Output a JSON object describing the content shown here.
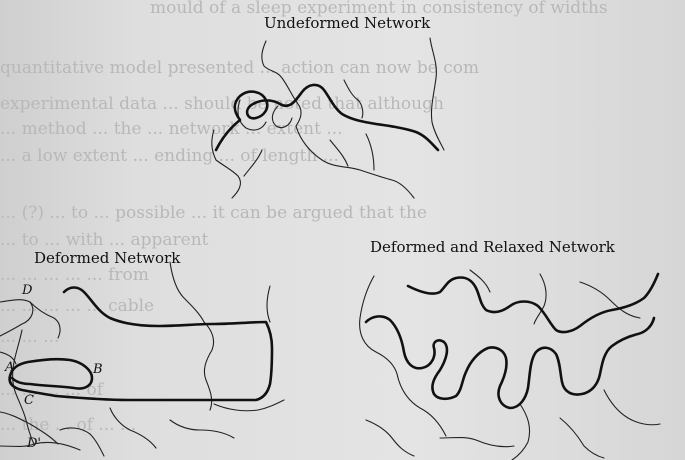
{
  "figure": {
    "panels": {
      "undeformed": {
        "title": "Undeformed Network"
      },
      "deformed": {
        "title": "Deformed Network",
        "points": {
          "D": "D",
          "A": "A",
          "B": "B",
          "C": "C",
          "D_prime": "D'"
        }
      },
      "relaxed": {
        "title": "Deformed and Relaxed Network"
      }
    }
  },
  "background_text": [
    "mould of a sleep experiment in consistency of widths",
    "quantitative model presented ... action can now be com",
    "experimental data ... should be noted that although",
    "... method ... the ... network ... extent ...",
    "... a low extent ... ending ... of length ...",
    "... (?) ... to ... possible ... it can be argued that the",
    "... to ... with ... apparent",
    "... ... ... ... ... from",
    "... ... ... ... ... cable",
    "... ... ...",
    "... ... ... ... of",
    "... the ... of ... ..."
  ]
}
